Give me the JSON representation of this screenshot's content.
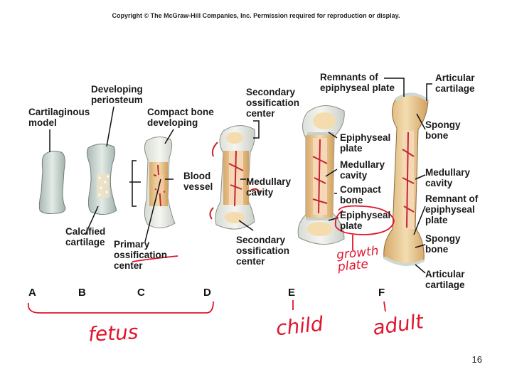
{
  "copyright": "Copyright © The McGraw-Hill Companies, Inc. Permission required for reproduction or display.",
  "labels": {
    "cartilaginous_model": "Cartilaginous\nmodel",
    "developing_periosteum": "Developing\nperiosteum",
    "compact_bone_developing": "Compact bone\ndeveloping",
    "blood_vessel": "Blood\nvessel",
    "calcified_cartilage": "Calcified\ncartilage",
    "primary_ossification_center": "Primary\nossification\ncenter",
    "secondary_ossification_center_top": "Secondary\nossification\ncenter",
    "medullary_cavity_d": "Medullary\ncavity",
    "secondary_ossification_center_bottom": "Secondary\nossification\ncenter",
    "remnants_epiphyseal_plate": "Remnants of\nepiphyseal plate",
    "epiphyseal_plate_top": "Epiphyseal\nplate",
    "medullary_cavity_e": "Medullary\ncavity",
    "compact_bone": "Compact\nbone",
    "epiphyseal_plate_bottom": "Epiphyseal\nplate",
    "articular_cartilage_top": "Articular\ncartilage",
    "spongy_bone_top": "Spongy\nbone",
    "medullary_cavity_f": "Medullary\ncavity",
    "remnant_epiphyseal_plate": "Remnant of\nepiphyseal\nplate",
    "spongy_bone_bottom": "Spongy\nbone",
    "articular_cartilage_bottom": "Articular\ncartilage"
  },
  "stages": [
    "A",
    "B",
    "C",
    "D",
    "E",
    "F"
  ],
  "handwriting": {
    "growth_plate": "growth\nplate",
    "fetus": "fetus",
    "child": "child",
    "adult": "adult"
  },
  "page_number": "16",
  "colors": {
    "annotation": "#e0142c",
    "bone": "#e6c48e",
    "cartilage": "#cfd9d4",
    "vessel": "#c1272d"
  }
}
